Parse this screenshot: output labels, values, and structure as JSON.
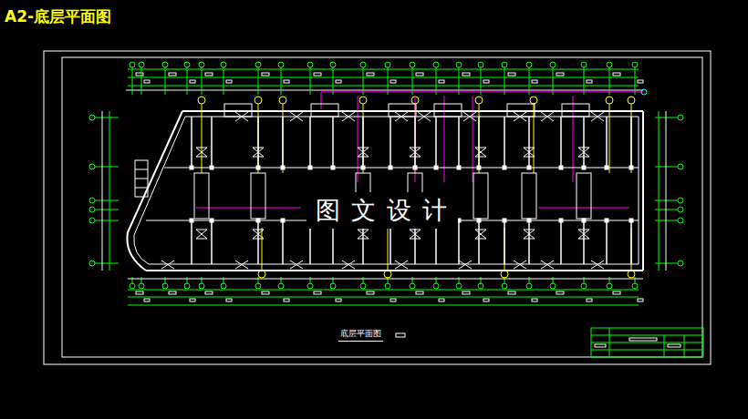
{
  "diagram": {
    "title": "A2-底层平面图",
    "caption": "底层平面图",
    "labels": [
      "图文设计"
    ]
  }
}
